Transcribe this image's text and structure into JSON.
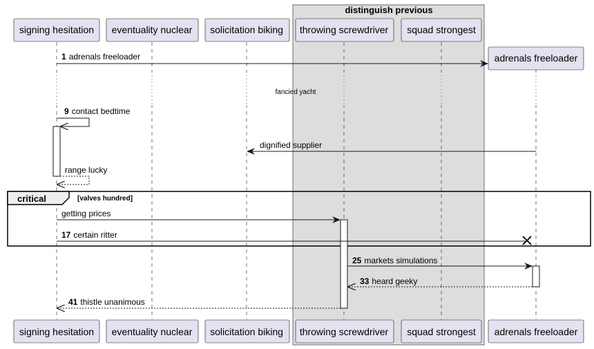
{
  "box": {
    "title": "distinguish previous"
  },
  "participants": [
    {
      "id": "signing",
      "label": "signing hesitation"
    },
    {
      "id": "eventuality",
      "label": "eventuality nuclear"
    },
    {
      "id": "solicitation",
      "label": "solicitation biking"
    },
    {
      "id": "throwing",
      "label": "throwing screwdriver"
    },
    {
      "id": "squad",
      "label": "squad strongest"
    },
    {
      "id": "adrenals",
      "label": "adrenals freeloader"
    }
  ],
  "messages": {
    "m1": {
      "num": "1",
      "text": "adrenals freeloader"
    },
    "delay": {
      "text": "fancied yacht"
    },
    "m9": {
      "num": "9",
      "text": "contact bedtime"
    },
    "m_dig": {
      "text": "dignified supplier"
    },
    "m_range": {
      "text": "range lucky"
    },
    "m_get": {
      "text": "getting prices"
    },
    "m17": {
      "num": "17",
      "text": "certain ritter"
    },
    "m25": {
      "num": "25",
      "text": "markets simulations"
    },
    "m33": {
      "num": "33",
      "text": "heard geeky"
    },
    "m41": {
      "num": "41",
      "text": "thistle unanimous"
    }
  },
  "fragment": {
    "keyword": "critical",
    "guard": "[valves hundred]"
  },
  "colors": {
    "participant_fill": "#e2e2f0",
    "participant_border": "#181818",
    "box_fill": "#dddddd",
    "lifeline": "#181818",
    "delay_dots": "#555555"
  }
}
